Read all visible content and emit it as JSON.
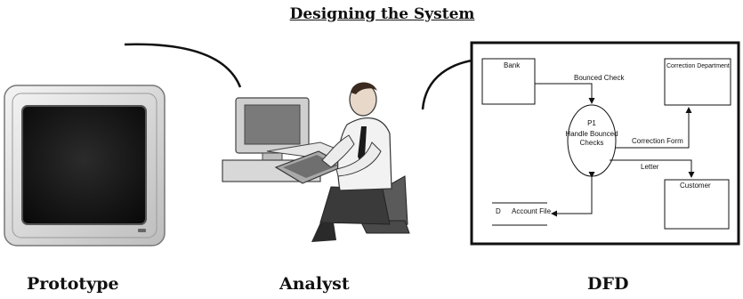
{
  "title": "Designing the System",
  "captions": {
    "prototype": "Prototype",
    "analyst": "Analyst",
    "dfd": "DFD"
  },
  "dfd": {
    "entities": {
      "bank": "Bank",
      "correction_department": "Correction Department",
      "customer": "Customer"
    },
    "process": {
      "id": "P1",
      "line1": "Handle Bounced",
      "line2": "Checks"
    },
    "datastore": {
      "id": "D",
      "name": "Account File"
    },
    "flows": {
      "bounced_check": "Bounced Check",
      "correction_form": "Correction Form",
      "letter": "Letter"
    }
  }
}
